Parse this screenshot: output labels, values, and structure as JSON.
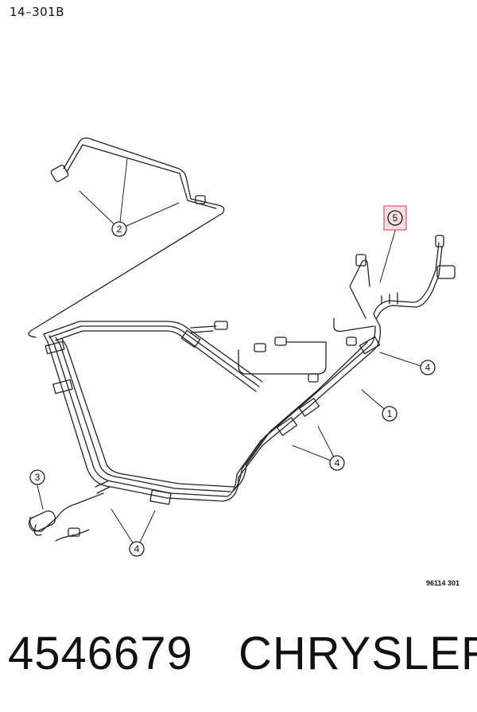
{
  "page_label": "14–301B",
  "reference_code": "96114  301",
  "part_number": "4546679",
  "brand": "CHRYSLER",
  "highlight_color": "#e05060",
  "callouts": [
    {
      "id": "1",
      "label": "1"
    },
    {
      "id": "2",
      "label": "2"
    },
    {
      "id": "3",
      "label": "3"
    },
    {
      "id": "4a",
      "label": "4"
    },
    {
      "id": "4b",
      "label": "4"
    },
    {
      "id": "4c",
      "label": "4"
    },
    {
      "id": "5",
      "label": "5"
    }
  ]
}
